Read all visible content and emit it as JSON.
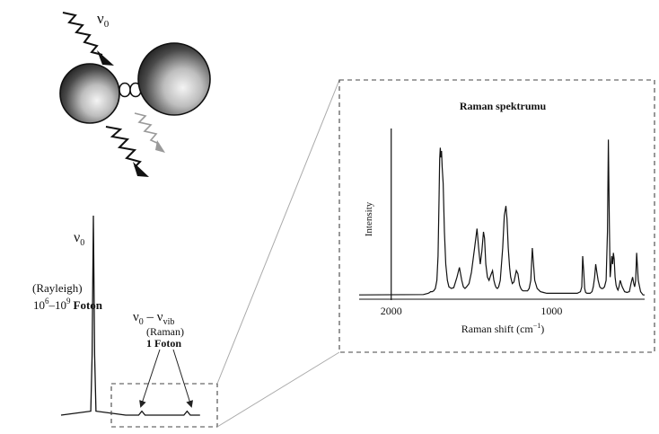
{
  "molecule": {
    "incident_label_nu": "ν",
    "incident_label_sub": "0"
  },
  "rayleigh": {
    "nu": "ν",
    "nu_sub": "0",
    "name": "(Rayleigh)",
    "range_a": "10",
    "range_a_sup": "6",
    "range_dash": "–10",
    "range_b_sup": "9",
    "photon": "Foton"
  },
  "raman_label": {
    "nu0": "ν",
    "nu0_sub": "0",
    "minus": " – ν",
    "vib_sub": "vib",
    "name": "(Raman)",
    "count": "1 Foton"
  },
  "inset": {
    "title": "Raman spektrumu",
    "ylabel": "Intensity",
    "xlabel": "Raman shift (cm",
    "xlabel_sup": "−1",
    "xlabel_close": ")",
    "ticks": [
      "2000",
      "1000"
    ]
  },
  "chart_data": [
    {
      "type": "line",
      "title": "",
      "xlabel": "",
      "ylabel": "",
      "series": [
        {
          "x": [
            -1.0,
            -0.08,
            -0.04,
            0.0,
            0.04,
            0.08,
            1.0,
            1.4,
            1.5,
            1.6,
            1.7,
            2.0,
            2.8,
            2.9,
            3.0,
            3.3
          ],
          "y": [
            0.0,
            0.02,
            0.3,
            1.0,
            0.3,
            0.02,
            0.0,
            0.0,
            0.02,
            0.0,
            0.0,
            0.0,
            0.0,
            0.02,
            0.0,
            0.0
          ]
        }
      ]
    },
    {
      "type": "line",
      "title": "Raman spektrumu",
      "xlabel": "Raman shift (cm−1)",
      "ylabel": "Intensity",
      "xlim": [
        2200,
        420
      ],
      "ylim": [
        0,
        1
      ],
      "x_reversed": true,
      "x": [
        2200,
        1800,
        1770,
        1760,
        1755,
        1745,
        1735,
        1725,
        1715,
        1708,
        1702,
        1698,
        1694,
        1690,
        1686,
        1682,
        1676,
        1668,
        1660,
        1650,
        1640,
        1625,
        1610,
        1590,
        1575,
        1560,
        1550,
        1540,
        1530,
        1515,
        1500,
        1480,
        1465,
        1455,
        1445,
        1435,
        1425,
        1418,
        1410,
        1400,
        1390,
        1380,
        1368,
        1360,
        1352,
        1345,
        1338,
        1330,
        1320,
        1305,
        1295,
        1285,
        1278,
        1270,
        1262,
        1255,
        1245,
        1235,
        1220,
        1210,
        1200,
        1192,
        1185,
        1178,
        1170,
        1160,
        1150,
        1140,
        1130,
        1120,
        1105,
        1090,
        1070,
        1050,
        1030,
        1015,
        1000,
        990,
        975,
        960,
        940,
        920,
        900,
        880,
        860,
        840,
        820,
        812,
        806,
        800,
        794,
        788,
        780,
        770,
        760,
        748,
        740,
        732,
        725,
        718,
        710,
        700,
        690,
        680,
        670,
        660,
        652,
        646,
        640,
        635,
        630,
        625,
        620,
        615,
        610,
        604,
        598,
        592,
        586,
        580,
        572,
        560,
        545,
        530,
        515,
        505,
        495,
        488,
        482,
        476,
        470,
        460,
        445,
        430,
        420
      ],
      "series": [
        {
          "y": [
            0.01,
            0.012,
            0.02,
            0.025,
            0.03,
            0.03,
            0.035,
            0.05,
            0.1,
            0.25,
            0.6,
            0.85,
            0.92,
            0.86,
            0.9,
            0.8,
            0.7,
            0.4,
            0.2,
            0.1,
            0.06,
            0.05,
            0.055,
            0.12,
            0.18,
            0.1,
            0.06,
            0.05,
            0.06,
            0.08,
            0.15,
            0.3,
            0.42,
            0.3,
            0.2,
            0.28,
            0.4,
            0.36,
            0.2,
            0.12,
            0.1,
            0.13,
            0.16,
            0.1,
            0.07,
            0.055,
            0.05,
            0.06,
            0.1,
            0.3,
            0.5,
            0.56,
            0.48,
            0.3,
            0.18,
            0.12,
            0.08,
            0.09,
            0.16,
            0.14,
            0.07,
            0.05,
            0.04,
            0.035,
            0.035,
            0.035,
            0.035,
            0.05,
            0.1,
            0.3,
            0.1,
            0.05,
            0.03,
            0.025,
            0.02,
            0.02,
            0.02,
            0.02,
            0.02,
            0.02,
            0.02,
            0.02,
            0.02,
            0.02,
            0.02,
            0.02,
            0.03,
            0.06,
            0.25,
            0.16,
            0.05,
            0.025,
            0.02,
            0.02,
            0.02,
            0.03,
            0.06,
            0.12,
            0.2,
            0.15,
            0.1,
            0.06,
            0.05,
            0.05,
            0.06,
            0.1,
            0.4,
            0.97,
            0.45,
            0.12,
            0.18,
            0.25,
            0.2,
            0.27,
            0.23,
            0.12,
            0.07,
            0.05,
            0.04,
            0.06,
            0.1,
            0.06,
            0.03,
            0.025,
            0.03,
            0.08,
            0.12,
            0.08,
            0.06,
            0.1,
            0.27,
            0.1,
            0.03,
            0.01,
            0.01,
            0.01
          ]
        }
      ]
    }
  ]
}
